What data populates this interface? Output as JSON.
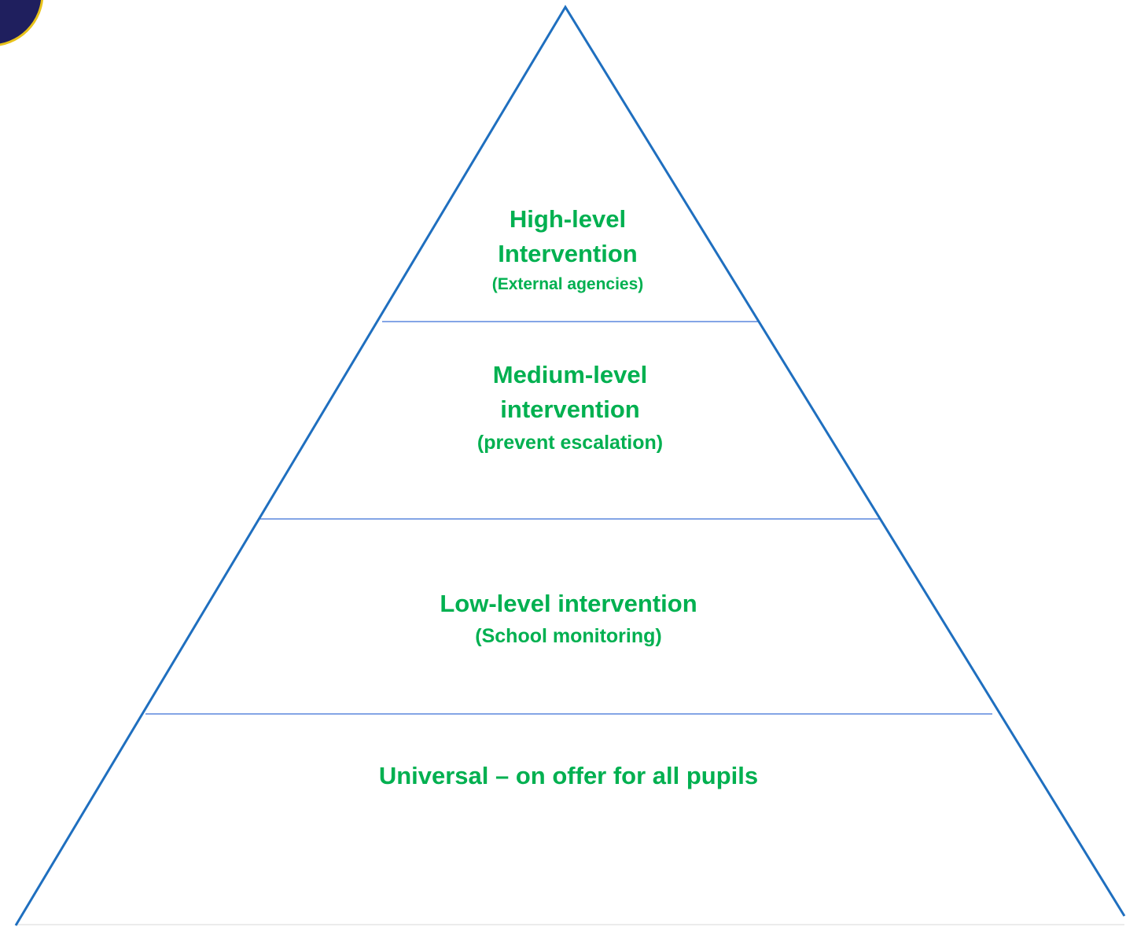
{
  "colors": {
    "outline": "#1f6fbf",
    "divider": "#3b6fd6",
    "label": "#00b050",
    "corner_fill": "#1f1f5e",
    "corner_stroke": "#e8c21a"
  },
  "icons": {
    "corner": "circle-badge-icon"
  },
  "pyramid": {
    "tiers": [
      {
        "title_lines": [
          "High-level",
          "Intervention"
        ],
        "subtitle": "(External agencies)"
      },
      {
        "title_lines": [
          "Medium-level",
          "intervention"
        ],
        "subtitle": "(prevent escalation)"
      },
      {
        "title_lines": [
          "Low-level intervention"
        ],
        "subtitle": "(School monitoring)"
      },
      {
        "title_lines": [
          "Universal – on offer for all pupils"
        ],
        "subtitle": ""
      }
    ]
  }
}
